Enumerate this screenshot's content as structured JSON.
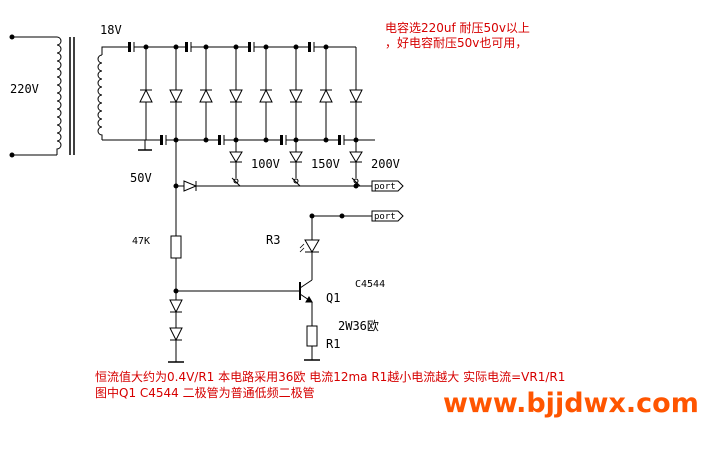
{
  "labels": {
    "primary_voltage": "220V",
    "secondary_voltage": "18V",
    "tap_50v": "50V",
    "tap_100v": "100V",
    "tap_150v": "150V",
    "tap_200v": "200V",
    "resistor_47k": "47K",
    "r3": "R3",
    "transistor_part": "C4544",
    "q1": "Q1",
    "r1_value": "2W36欧",
    "r1": "R1",
    "port_1": "port",
    "port_2": "port"
  },
  "notes": {
    "top_line1": "电容选220uf 耐压50v以上",
    "top_line2": "，好电容耐压50v也可用，",
    "bottom_line1": "恒流值大约为0.4V/R1 本电路采用36欧 电流12ma R1越小电流越大 实际电流=VR1/R1",
    "bottom_line2": "图中Q1 C4544 二极管为普通低频二极管"
  },
  "watermark": "www.bjjdwx.com",
  "colors": {
    "wire": "#000000",
    "note_text": "#d60000",
    "watermark": "#ff5500"
  }
}
